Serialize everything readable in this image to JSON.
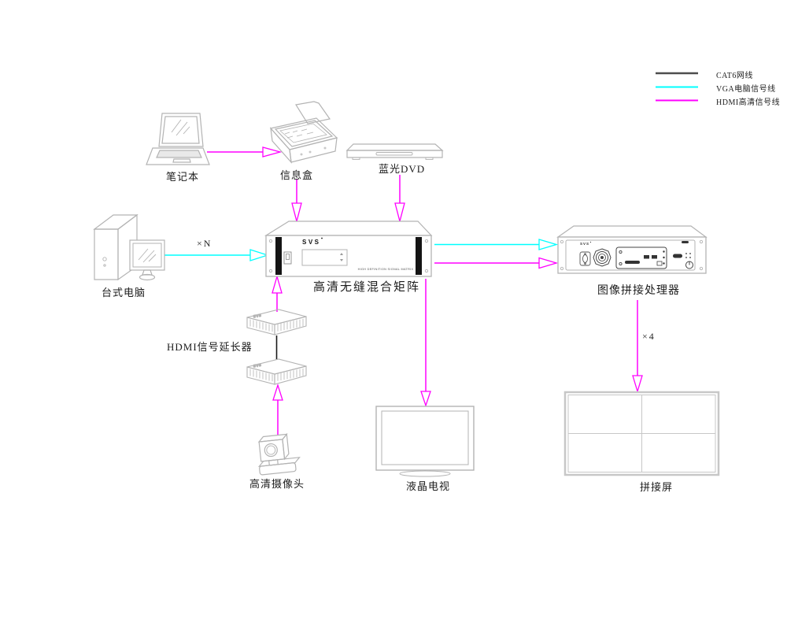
{
  "legend": {
    "items": [
      {
        "label": "CAT6网线",
        "color": "#4d4d4d"
      },
      {
        "label": "VGA电脑信号线",
        "color": "#00ffff"
      },
      {
        "label": "HDMI高清信号线",
        "color": "#ff00ff"
      }
    ]
  },
  "nodes": {
    "laptop": {
      "label": "笔记本"
    },
    "info_box": {
      "label": "信息盒"
    },
    "bluray_dvd": {
      "label": "蓝光DVD"
    },
    "desktop_pc": {
      "label": "台式电脑"
    },
    "matrix": {
      "label": "高清无缝混合矩阵",
      "brand": "SVS",
      "panel_text": "HIGH DEFINITION SIGNAL MATRIX"
    },
    "hdmi_extender": {
      "label": "HDMI信号延长器",
      "brand": "SVS"
    },
    "hd_camera": {
      "label": "高清摄像头"
    },
    "lcd_tv": {
      "label": "液晶电视"
    },
    "processor": {
      "label": "图像拼接处理器",
      "brand": "SVS"
    },
    "video_wall": {
      "label": "拼接屏"
    }
  },
  "annotations": {
    "desktop_multiplier": "×N",
    "wall_multiplier": "×4"
  },
  "connections": [
    {
      "from": "laptop",
      "to": "info_box",
      "type": "HDMI高清信号线"
    },
    {
      "from": "info_box",
      "to": "matrix",
      "type": "HDMI高清信号线"
    },
    {
      "from": "bluray_dvd",
      "to": "matrix",
      "type": "HDMI高清信号线"
    },
    {
      "from": "desktop_pc",
      "to": "matrix",
      "type": "VGA电脑信号线",
      "multiplier": "×N"
    },
    {
      "from": "hd_camera",
      "to": "hdmi_extender",
      "type": "HDMI高清信号线"
    },
    {
      "from": "hdmi_extender",
      "to": "hdmi_extender",
      "type": "CAT6网线"
    },
    {
      "from": "hdmi_extender",
      "to": "matrix",
      "type": "HDMI高清信号线"
    },
    {
      "from": "matrix",
      "to": "lcd_tv",
      "type": "HDMI高清信号线"
    },
    {
      "from": "matrix",
      "to": "processor",
      "type": "VGA电脑信号线"
    },
    {
      "from": "matrix",
      "to": "processor",
      "type": "HDMI高清信号线"
    },
    {
      "from": "processor",
      "to": "video_wall",
      "type": "HDMI高清信号线",
      "multiplier": "×4"
    }
  ],
  "colors": {
    "cat6_line": "#4d4d4d",
    "vga_line": "#00ffff",
    "hdmi_line": "#ff00ff",
    "device_outline": "#b3b3b3"
  }
}
